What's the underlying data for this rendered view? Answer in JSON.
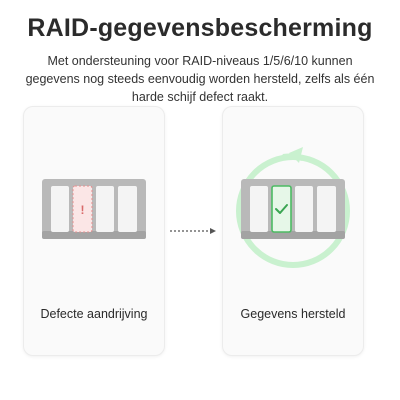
{
  "header": {
    "title": "RAID-gegevensbescherming",
    "subtitle": "Met ondersteuning voor RAID-niveaus 1/5/6/10 kunnen gegevens nog steeds eenvoudig worden hersteld, zelfs als één harde schijf defect raakt."
  },
  "cards": {
    "left": {
      "label": "Defecte aandrijving",
      "icon": "exclamation-icon",
      "status_color": "#e58f8f"
    },
    "right": {
      "label": "Gegevens hersteld",
      "icon": "checkmark-icon",
      "status_color": "#4cbb63",
      "ring_color": "#c9f1cf"
    }
  },
  "colors": {
    "array_frame": "#b5b5b5",
    "array_frame_dark": "#9a9a9a",
    "drive_bay": "#f4f4f4"
  }
}
